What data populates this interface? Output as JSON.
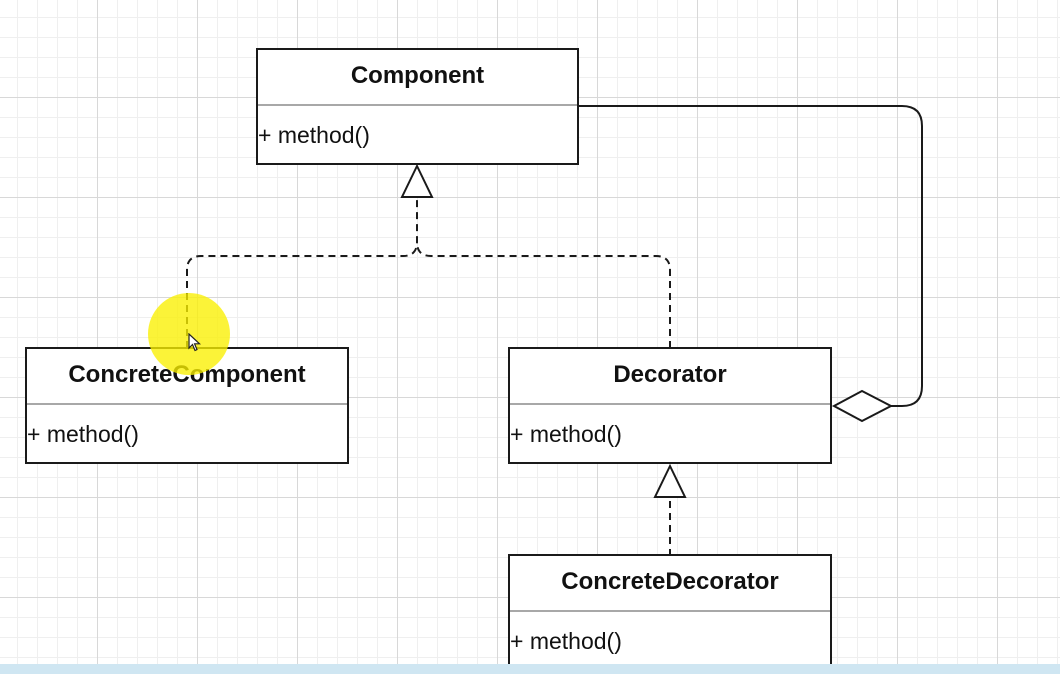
{
  "diagram": {
    "classes": [
      {
        "name": "Component",
        "method": "+ method()"
      },
      {
        "name": "ConcreteComponent",
        "method": "+ method()"
      },
      {
        "name": "Decorator",
        "method": "+ method()"
      },
      {
        "name": "ConcreteDecorator",
        "method": "+ method()"
      }
    ],
    "relationships": [
      {
        "type": "realization",
        "from": "ConcreteComponent",
        "to": "Component"
      },
      {
        "type": "realization",
        "from": "Decorator",
        "to": "Component"
      },
      {
        "type": "realization",
        "from": "ConcreteDecorator",
        "to": "Decorator"
      },
      {
        "type": "aggregation",
        "whole": "Decorator",
        "part": "Component"
      }
    ]
  },
  "colors": {
    "line": "#1a1a1a",
    "highlight": "#faf000",
    "grid": "#d8d8d8"
  }
}
